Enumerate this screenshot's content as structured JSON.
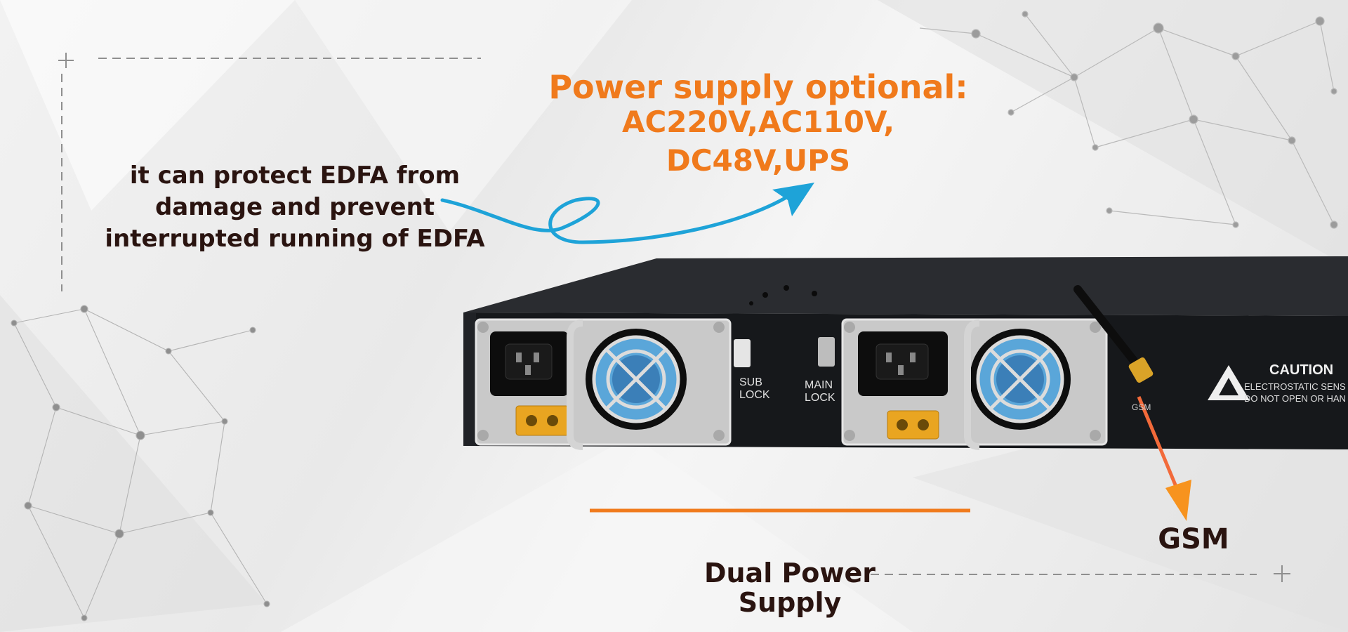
{
  "headline": "Power supply optional:",
  "voltages_line1": "AC220V,AC110V,",
  "voltages_line2": "DC48V,UPS",
  "protect_lines": [
    "it can protect EDFA from",
    "damage and prevent",
    "interrupted running of EDFA"
  ],
  "gsm_callout": "GSM",
  "dual_power_lines": [
    "Dual Power",
    "Supply"
  ],
  "device": {
    "sub_lock": [
      "SUB",
      "LOCK"
    ],
    "main_lock": [
      "MAIN",
      "LOCK"
    ],
    "gsm_port": "GSM",
    "caution_title": "CAUTION",
    "caution_line1": "ELECTROSTATIC SENS",
    "caution_line2": "DO NOT OPEN OR HAN"
  },
  "colors": {
    "accent_orange": "#f07a1c",
    "text_dark": "#2a1410",
    "arrow_blue": "#1ea3d8",
    "device_black": "#16181b"
  }
}
